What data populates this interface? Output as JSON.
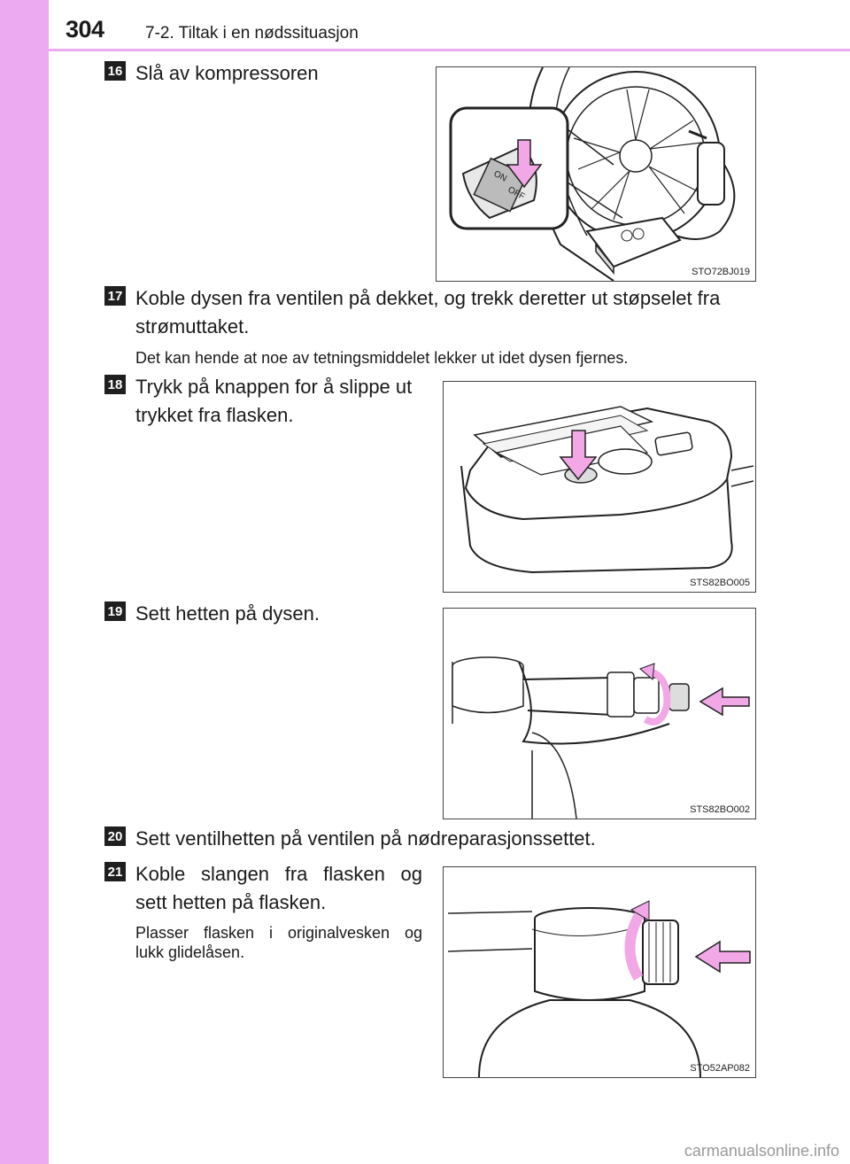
{
  "header": {
    "page_number": "304",
    "section_title": "7-2. Tiltak i en nødssituasjon"
  },
  "colors": {
    "sidebar": "#ecaaf0",
    "arrow_pink": "#f2a7e6",
    "badge": "#1f1f1f"
  },
  "steps": [
    {
      "number": "16",
      "text": "Slå av kompressoren",
      "figure_code": "STO72BJ019",
      "switch_on": "ON",
      "switch_off": "OFF"
    },
    {
      "number": "17",
      "text_line1": "Koble dysen fra ventilen på dekket, og trekk deretter ut støpselet fra",
      "text_line2": "strømuttaket.",
      "note": "Det kan hende at noe av tetningsmiddelet lekker ut idet dysen fjernes."
    },
    {
      "number": "18",
      "text_line1": "Trykk på knappen for å slippe ut",
      "text_line2": "trykket fra flasken.",
      "figure_code": "STS82BO005"
    },
    {
      "number": "19",
      "text": "Sett hetten på dysen.",
      "figure_code": "STS82BO002"
    },
    {
      "number": "20",
      "text": "Sett ventilhetten på ventilen på nødreparasjonssettet."
    },
    {
      "number": "21",
      "text_line1": "Koble slangen fra flasken og",
      "text_line2": "sett hetten på flasken.",
      "note_line1": "Plasser flasken i originalvesken og",
      "note_line2": "lukk glidelåsen.",
      "figure_code": "STO52AP082"
    }
  ],
  "footer": {
    "watermark": "carmanualsonline.info"
  }
}
